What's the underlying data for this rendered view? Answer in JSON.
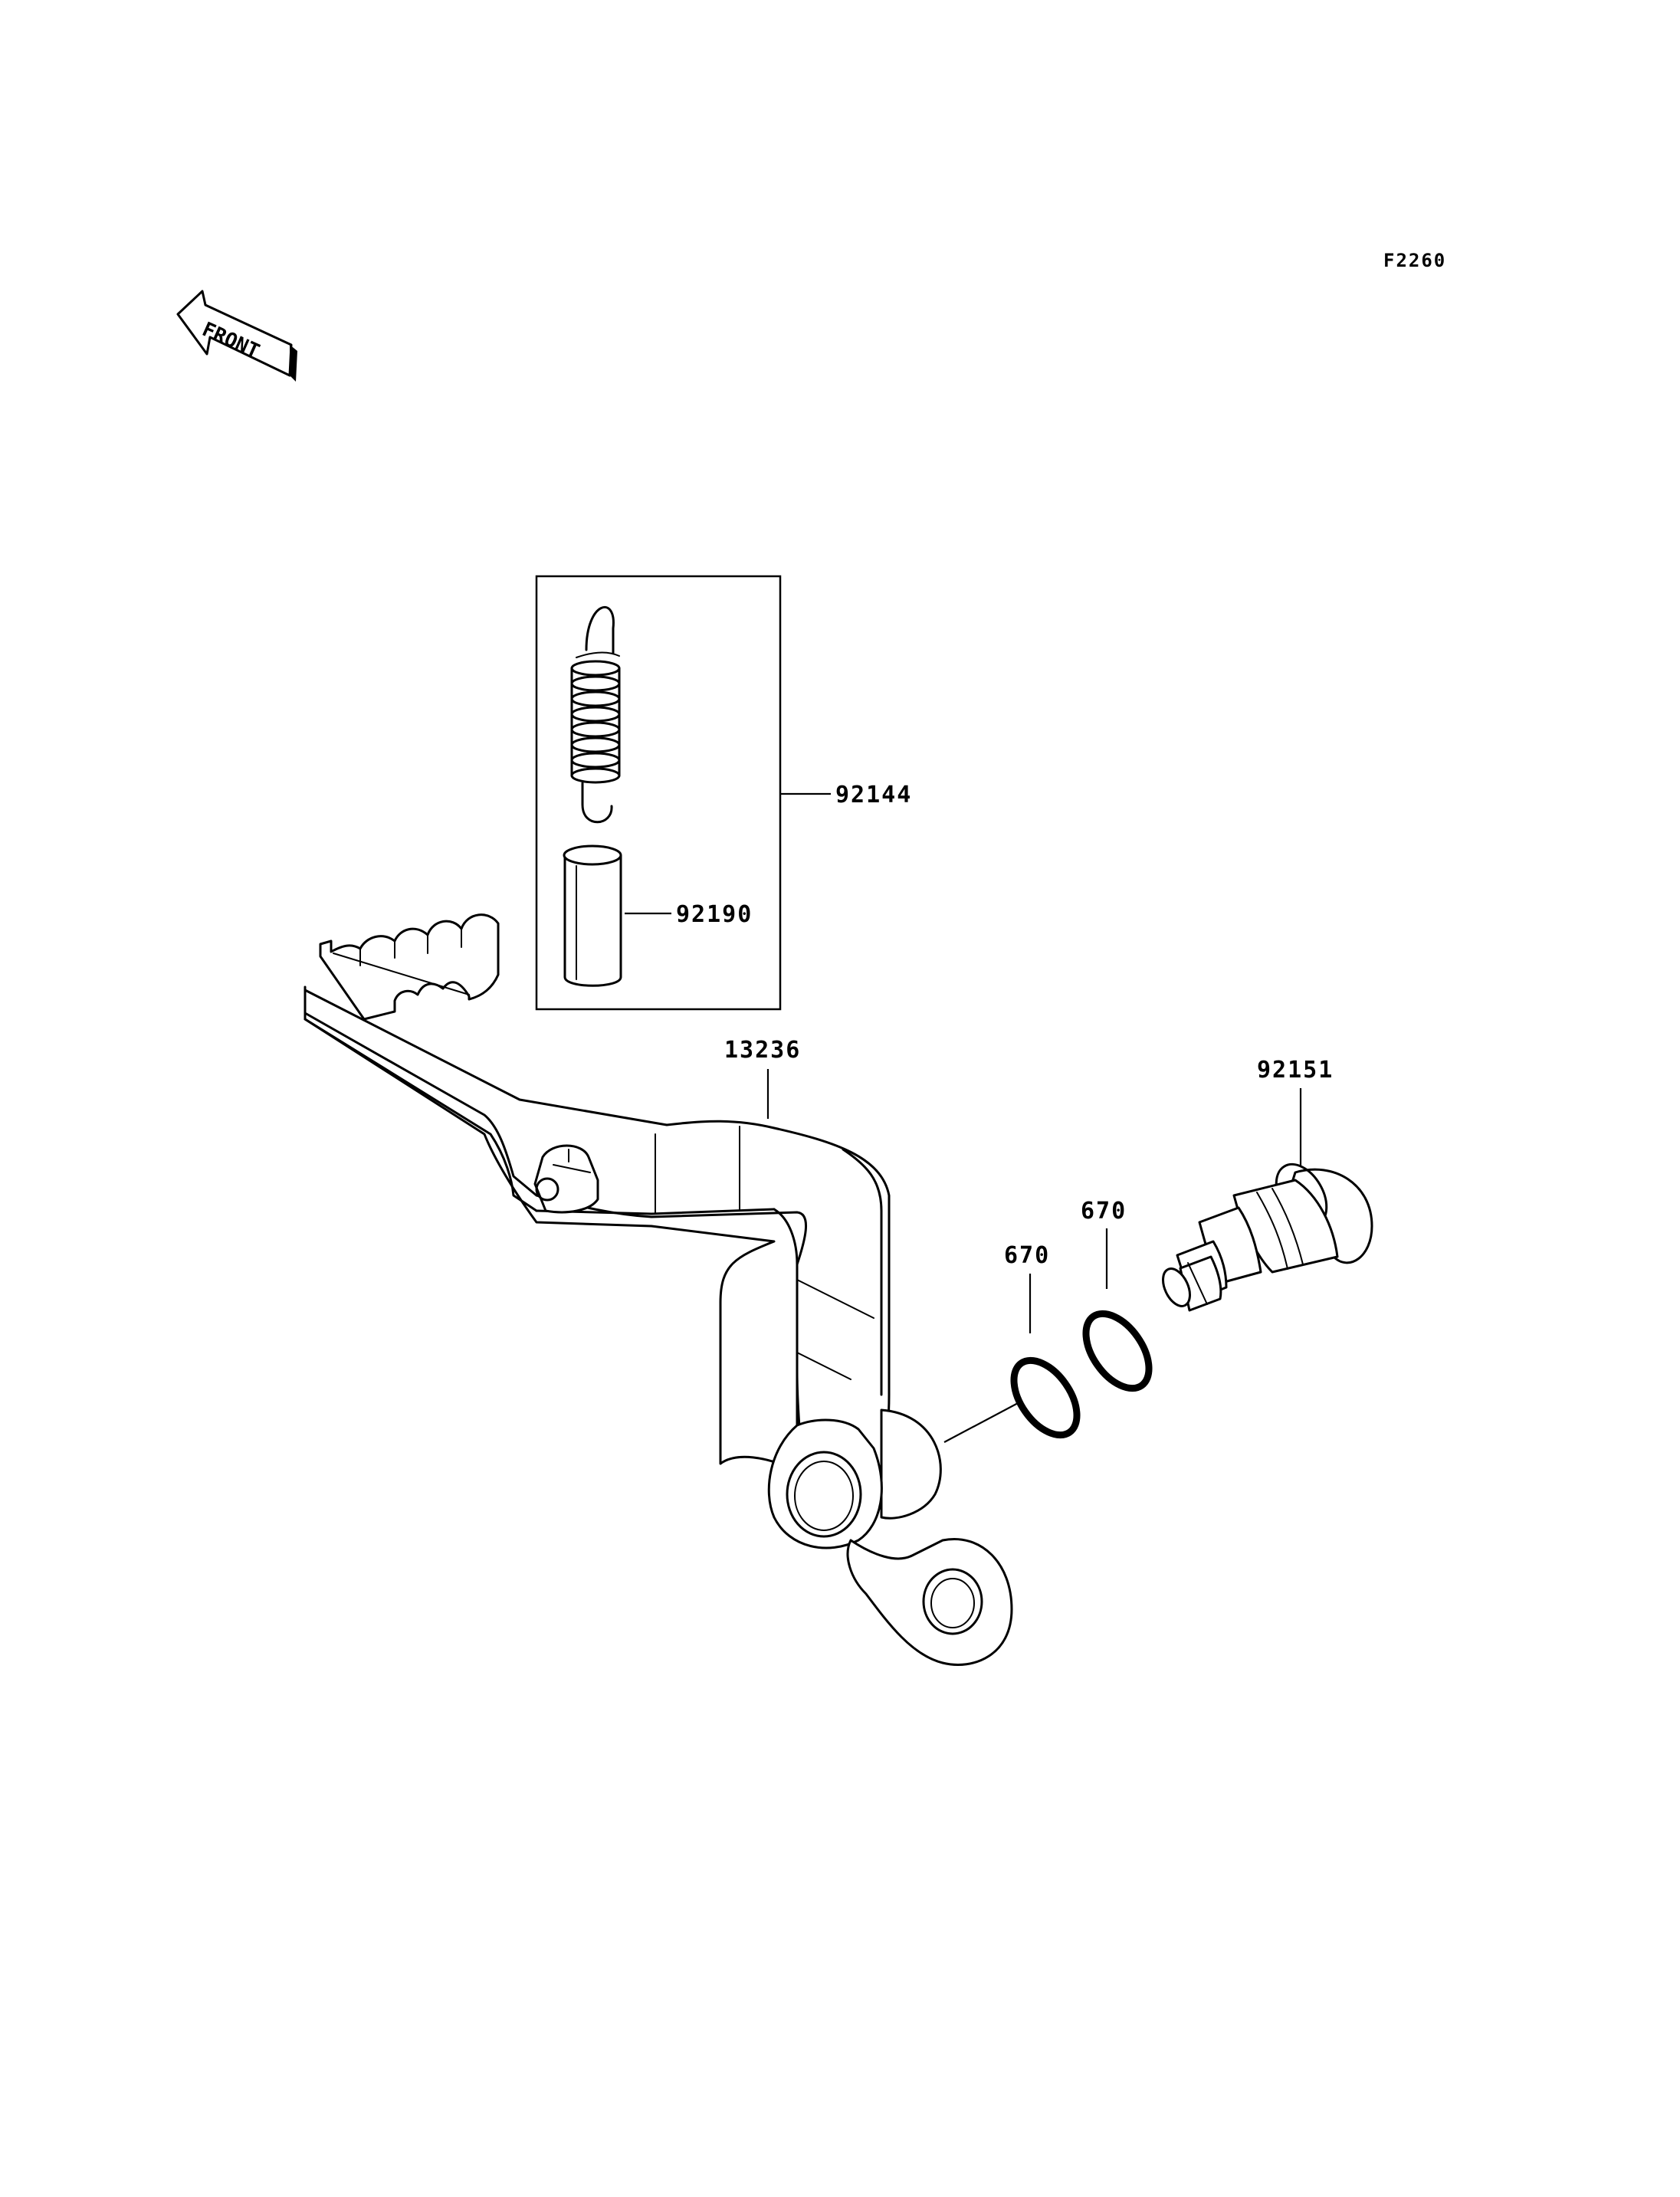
{
  "diagram": {
    "code": "F2260",
    "front_label": "FRONT",
    "parts": [
      {
        "id": "spring-kit",
        "number": "92144"
      },
      {
        "id": "sleeve",
        "number": "92190"
      },
      {
        "id": "brake-pedal",
        "number": "13236"
      },
      {
        "id": "shaft",
        "number": "92151"
      },
      {
        "id": "o-ring-outer",
        "number": "670"
      },
      {
        "id": "o-ring-inner",
        "number": "670"
      }
    ]
  }
}
